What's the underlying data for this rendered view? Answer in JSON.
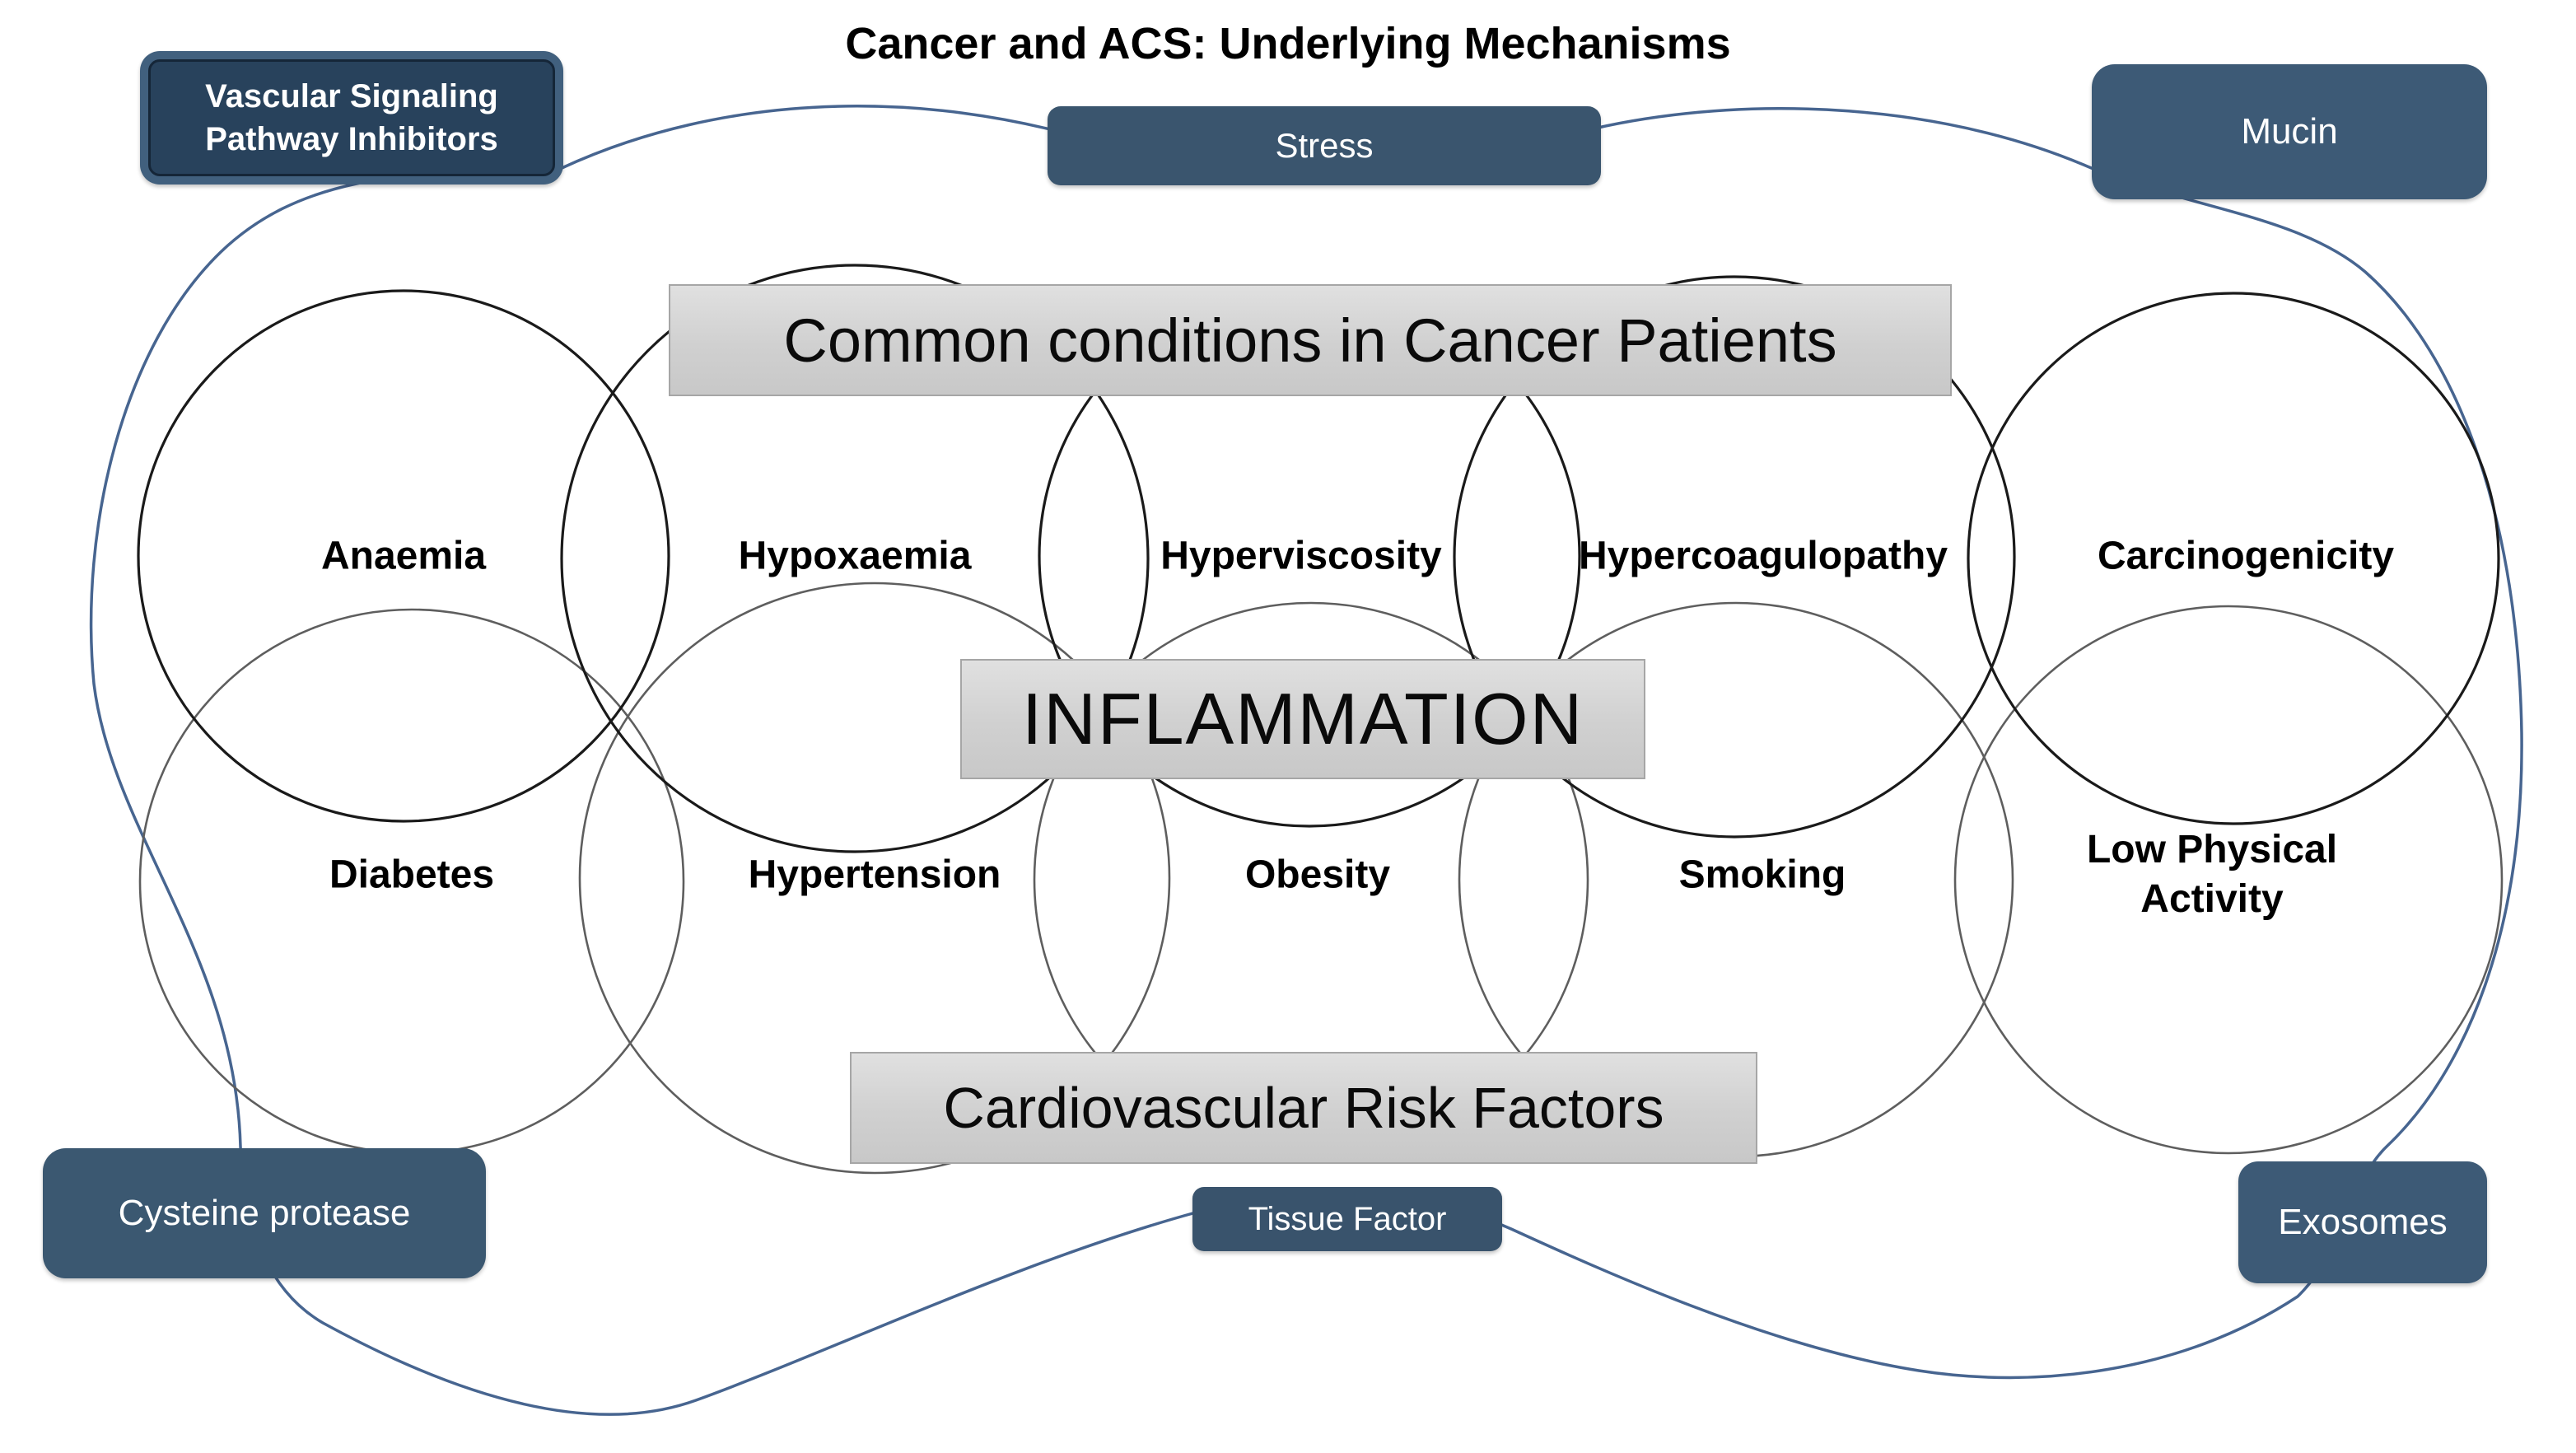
{
  "title": "Cancer and ACS: Underlying Mechanisms",
  "banners": {
    "top": "Common conditions in Cancer Patients",
    "center": "INFLAMMATION",
    "bottom": "Cardiovascular Risk Factors"
  },
  "venn": {
    "top_row": [
      "Anaemia",
      "Hypoxaemia",
      "Hyperviscosity",
      "Hypercoagulopathy",
      "Carcinogenicity"
    ],
    "bottom_row": [
      "Diabetes",
      "Hypertension",
      "Obesity",
      "Smoking",
      "Low Physical Activity"
    ]
  },
  "nodes": {
    "vascular": {
      "line1": "Vascular Signaling",
      "line2": "Pathway Inhibitors"
    },
    "stress": {
      "label": "Stress"
    },
    "mucin": {
      "label": "Mucin"
    },
    "cysteine": {
      "label": "Cysteine protease"
    },
    "tissue_factor": {
      "label": "Tissue Factor"
    },
    "exosomes": {
      "label": "Exosomes"
    }
  },
  "colors": {
    "node_fill": "#3d5a76",
    "node_inner_fill": "#28425c",
    "node_text": "#ffffff",
    "banner_fill": "#d2d2d2",
    "banner_border": "#a6a6a6",
    "loop_stroke": "#476590",
    "circle_stroke_top_row": "#1a1a1a",
    "circle_stroke_bottom_row": "#5e5e5e",
    "title_text": "#000000"
  }
}
